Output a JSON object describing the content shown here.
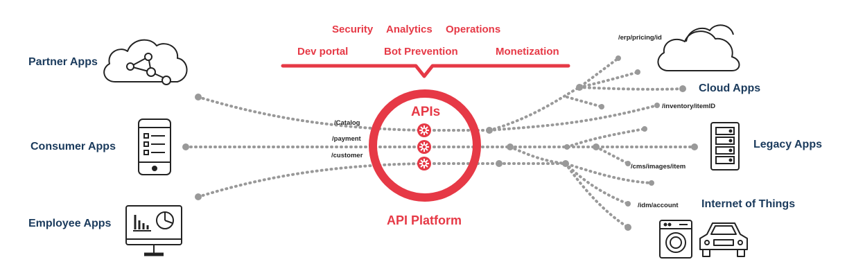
{
  "left_apps": {
    "partner": "Partner Apps",
    "consumer": "Consumer Apps",
    "employee": "Employee Apps"
  },
  "right_apps": {
    "cloud": "Cloud Apps",
    "legacy": "Legacy Apps",
    "iot": "Internet of Things"
  },
  "features": {
    "security": "Security",
    "analytics": "Analytics",
    "operations": "Operations",
    "dev_portal": "Dev portal",
    "bot_prevention": "Bot Prevention",
    "monetization": "Monetization"
  },
  "center": {
    "apis": "APIs",
    "platform": "API Platform"
  },
  "left_paths": {
    "catalog": "/Catalog",
    "payment": "/payment",
    "customer": "/customer"
  },
  "right_paths": {
    "erp": "/erp/pricing/id",
    "inventory": "/inventory/itemID",
    "cms": "/cms/images/item",
    "idm": "/idm/account"
  },
  "colors": {
    "accent": "#e63946",
    "label": "#1a3a5c",
    "connector": "#999999",
    "icon": "#222222"
  }
}
